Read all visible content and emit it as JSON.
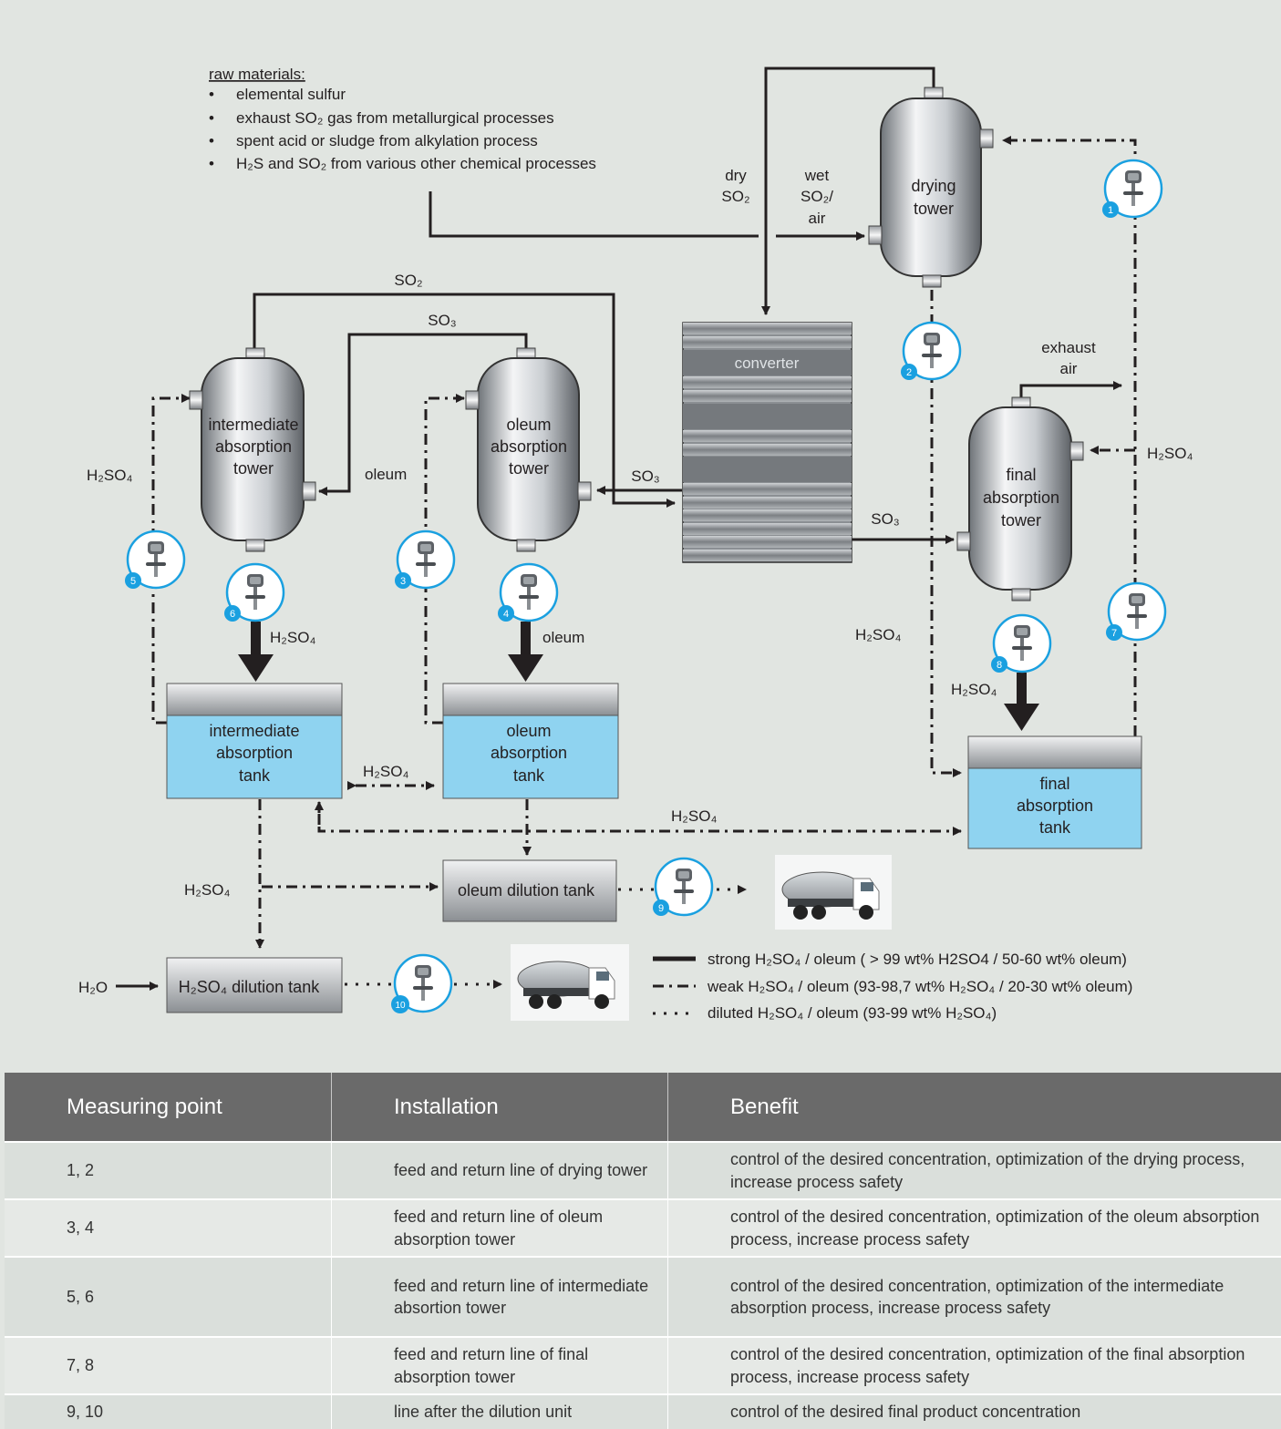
{
  "raw_materials": {
    "heading": "raw materials:",
    "items": [
      "elemental sulfur",
      "exhaust SO₂ gas from metallurgical processes",
      "spent acid or sludge from alkylation process",
      "H₂S and SO₂ from various other chemical processes"
    ]
  },
  "vessels": {
    "drying_tower": [
      "drying",
      "tower"
    ],
    "intermediate_tower": [
      "intermediate",
      "absorption",
      "tower"
    ],
    "oleum_tower": [
      "oleum",
      "absorption",
      "tower"
    ],
    "final_tower": [
      "final",
      "absorption",
      "tower"
    ],
    "converter": "converter"
  },
  "tanks": {
    "intermediate_tank": [
      "intermediate",
      "absorption",
      "tank"
    ],
    "oleum_tank": [
      "oleum",
      "absorption",
      "tank"
    ],
    "final_tank": [
      "final",
      "absorption",
      "tank"
    ],
    "oleum_dilution": "oleum dilution tank",
    "h2so4_dilution": "H₂SO₄ dilution tank"
  },
  "flow_labels": {
    "dry_so2": [
      "dry",
      "SO₂"
    ],
    "wet_so2_air": [
      "wet",
      "SO₂/",
      "air"
    ],
    "so2_top": "SO₂",
    "so3_top": "SO₃",
    "so3_mid": "SO₃",
    "so3_converter": "SO₃",
    "exhaust_air": [
      "exhaust",
      "air"
    ],
    "h2so4": "H₂SO₄",
    "oleum": "oleum",
    "h2o": "H₂O"
  },
  "sensors": [
    "1",
    "2",
    "3",
    "4",
    "5",
    "6",
    "7",
    "8",
    "9",
    "10"
  ],
  "legend": [
    "strong H₂SO₄ / oleum ( > 99 wt% H2SO4 / 50-60 wt% oleum)",
    "weak H₂SO₄ / oleum (93-98,7 wt% H₂SO₄ / 20-30 wt% oleum)",
    "diluted H₂SO₄ / oleum (93-99 wt% H₂SO₄)"
  ],
  "colors": {
    "tank_blue": "#8fd3f0",
    "sensor_ring": "#1aa0e0",
    "header_bg": "#6a6a6a"
  },
  "table": {
    "headers": [
      "Measuring point",
      "Installation",
      "Benefit"
    ],
    "rows": [
      [
        "1, 2",
        "feed and return line of drying tower",
        "control of the desired concentration, optimization of the drying process, increase process safety"
      ],
      [
        "3, 4",
        "feed and return line of oleum absorption tower",
        "control of the desired concentration, optimization of the oleum absorption process, increase process safety"
      ],
      [
        "5, 6",
        "feed and return line of intermediate absortion tower",
        "control of the desired concentration, optimization of the intermediate absorption process, increase process safety"
      ],
      [
        "7, 8",
        "feed and return line of final absorption tower",
        "control of the desired concentration, optimization of the final absorption process, increase process safety"
      ],
      [
        "9, 10",
        "line after the dilution unit",
        "control of the desired final product concentration"
      ]
    ]
  }
}
